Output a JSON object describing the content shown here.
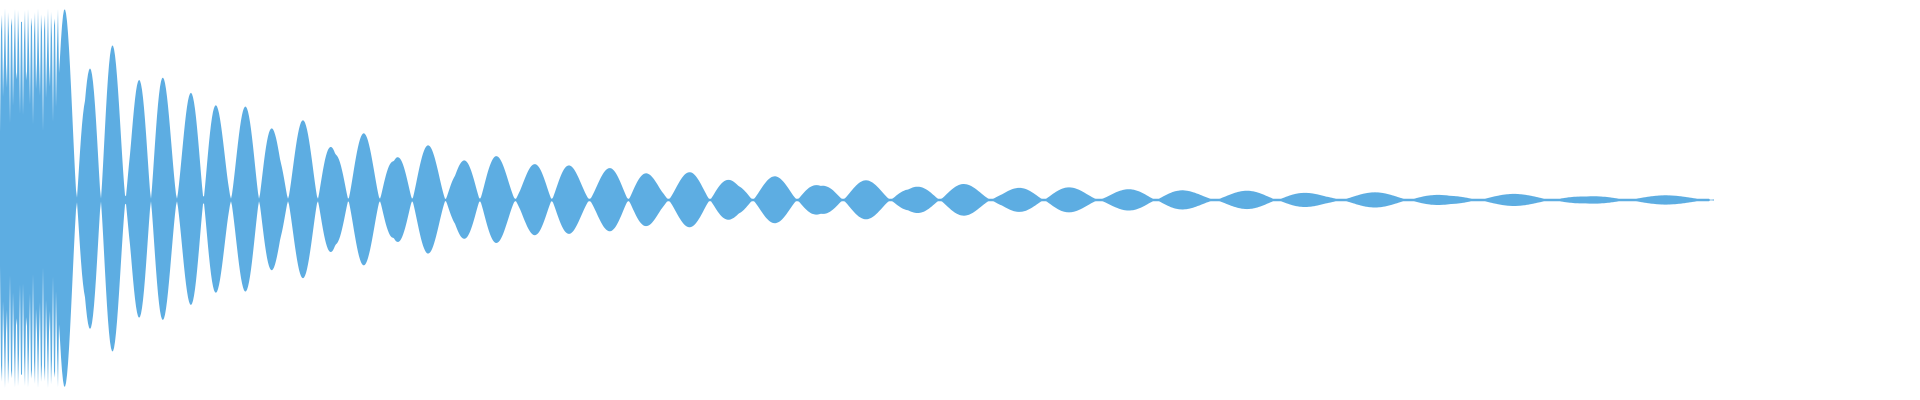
{
  "waveform": {
    "color": "#5dade2",
    "background": "#ffffff",
    "envelope": {
      "peak_amplitude": 0.96,
      "decay": "exponential",
      "end_fraction": 0.93
    }
  }
}
